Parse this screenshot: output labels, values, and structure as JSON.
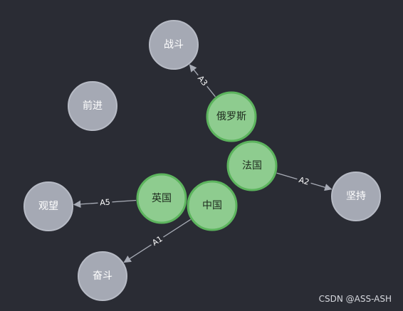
{
  "graph": {
    "nodes": [
      {
        "id": "zhandou",
        "label": "战斗",
        "type": "target"
      },
      {
        "id": "qianjin",
        "label": "前进",
        "type": "target"
      },
      {
        "id": "eluosi",
        "label": "俄罗斯",
        "type": "country"
      },
      {
        "id": "faguo",
        "label": "法国",
        "type": "country"
      },
      {
        "id": "jianchi",
        "label": "坚持",
        "type": "target"
      },
      {
        "id": "yingguo",
        "label": "英国",
        "type": "country"
      },
      {
        "id": "zhongguo",
        "label": "中国",
        "type": "country"
      },
      {
        "id": "guanwang",
        "label": "观望",
        "type": "target"
      },
      {
        "id": "fendou",
        "label": "奋斗",
        "type": "target"
      }
    ],
    "edges": [
      {
        "from": "eluosi",
        "to": "zhandou",
        "label": "A3"
      },
      {
        "from": "faguo",
        "to": "jianchi",
        "label": "A2"
      },
      {
        "from": "yingguo",
        "to": "guanwang",
        "label": "A5"
      },
      {
        "from": "zhongguo",
        "to": "fendou",
        "label": "A1"
      }
    ]
  },
  "colors": {
    "background": "#2a2c34",
    "country_fill": "#8ecc8f",
    "country_stroke": "#5cb45d",
    "country_text": "#1e2a1e",
    "target_fill": "#a5a9b4",
    "target_stroke": "#b7bbc5",
    "target_text": "#ffffff",
    "edge": "#a8acb6"
  },
  "watermark": "CSDN @ASS-ASH"
}
